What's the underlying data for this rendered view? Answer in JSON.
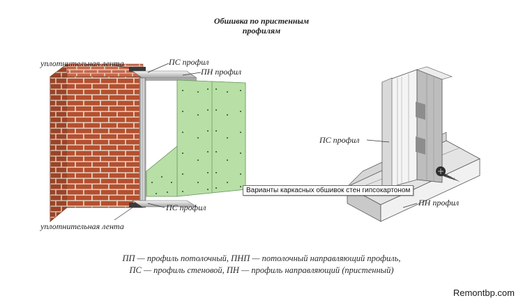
{
  "title": {
    "line1": "Обшивка по пристенным",
    "line2": "профилям"
  },
  "left_figure": {
    "tape_top": "уплотнительная лента",
    "ps_top": "ПС профил",
    "pn_top": "ПН профил",
    "ps_bottom": "ПС профил",
    "tape_bottom": "уплотнительная лента"
  },
  "right_figure": {
    "ps": "ПС профил",
    "pn": "ПН профил"
  },
  "tooltip": "Варианты каркасных обшивок стен гипсокартоном",
  "legend": {
    "line1": "ПП — профиль потолочный, ПНП — потолочный направляющий профиль,",
    "line2": "ПС — профиль стеновой, ПН — профиль направляющий (пристенный)"
  },
  "watermark": "Remontbp.com",
  "colors": {
    "brick": "#b5502f",
    "mortar": "#e9dccf",
    "drywall": "#b7dfa6",
    "metal": "#cfcfcf"
  }
}
